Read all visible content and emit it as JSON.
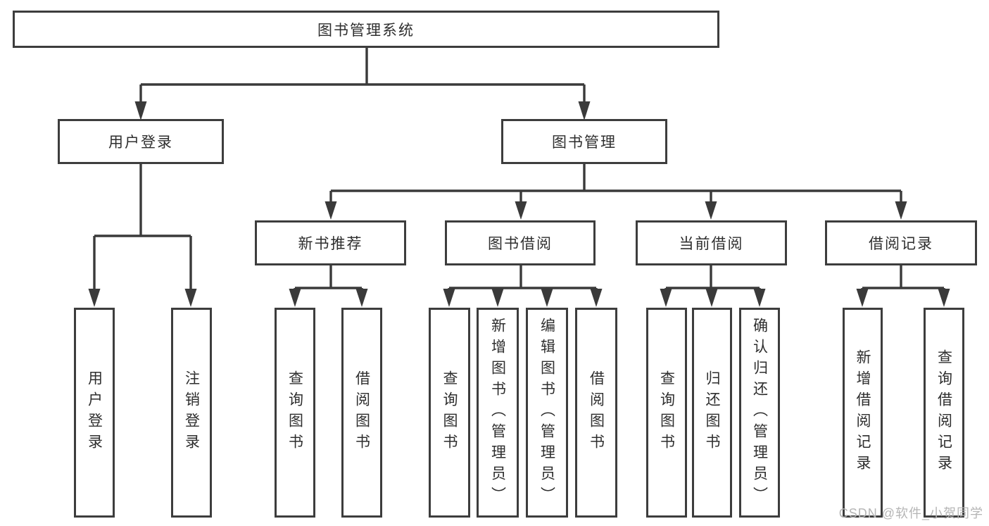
{
  "diagram": {
    "root": {
      "label": "图书管理系统",
      "children": [
        {
          "label": "用户登录",
          "children": [
            {
              "label": "用户登录"
            },
            {
              "label": "注销登录"
            }
          ]
        },
        {
          "label": "图书管理",
          "children": [
            {
              "label": "新书推荐",
              "children": [
                {
                  "label": "查询图书"
                },
                {
                  "label": "借阅图书"
                }
              ]
            },
            {
              "label": "图书借阅",
              "children": [
                {
                  "label": "查询图书"
                },
                {
                  "label": "新增图书（管理员）"
                },
                {
                  "label": "编辑图书（管理员）"
                },
                {
                  "label": "借阅图书"
                }
              ]
            },
            {
              "label": "当前借阅",
              "children": [
                {
                  "label": "查询图书"
                },
                {
                  "label": "归还图书"
                },
                {
                  "label": "确认归还（管理员）"
                }
              ]
            },
            {
              "label": "借阅记录",
              "children": [
                {
                  "label": "新增借阅记录"
                },
                {
                  "label": "查询借阅记录"
                }
              ]
            }
          ]
        }
      ]
    }
  },
  "watermark": {
    "text": "CSDN @软件_小贺同学"
  },
  "colors": {
    "line": "#3a3a3a",
    "box_border": "#3d3d3d",
    "text": "#2e2e2e",
    "watermark": "#b5b5b5",
    "background": "#ffffff"
  }
}
